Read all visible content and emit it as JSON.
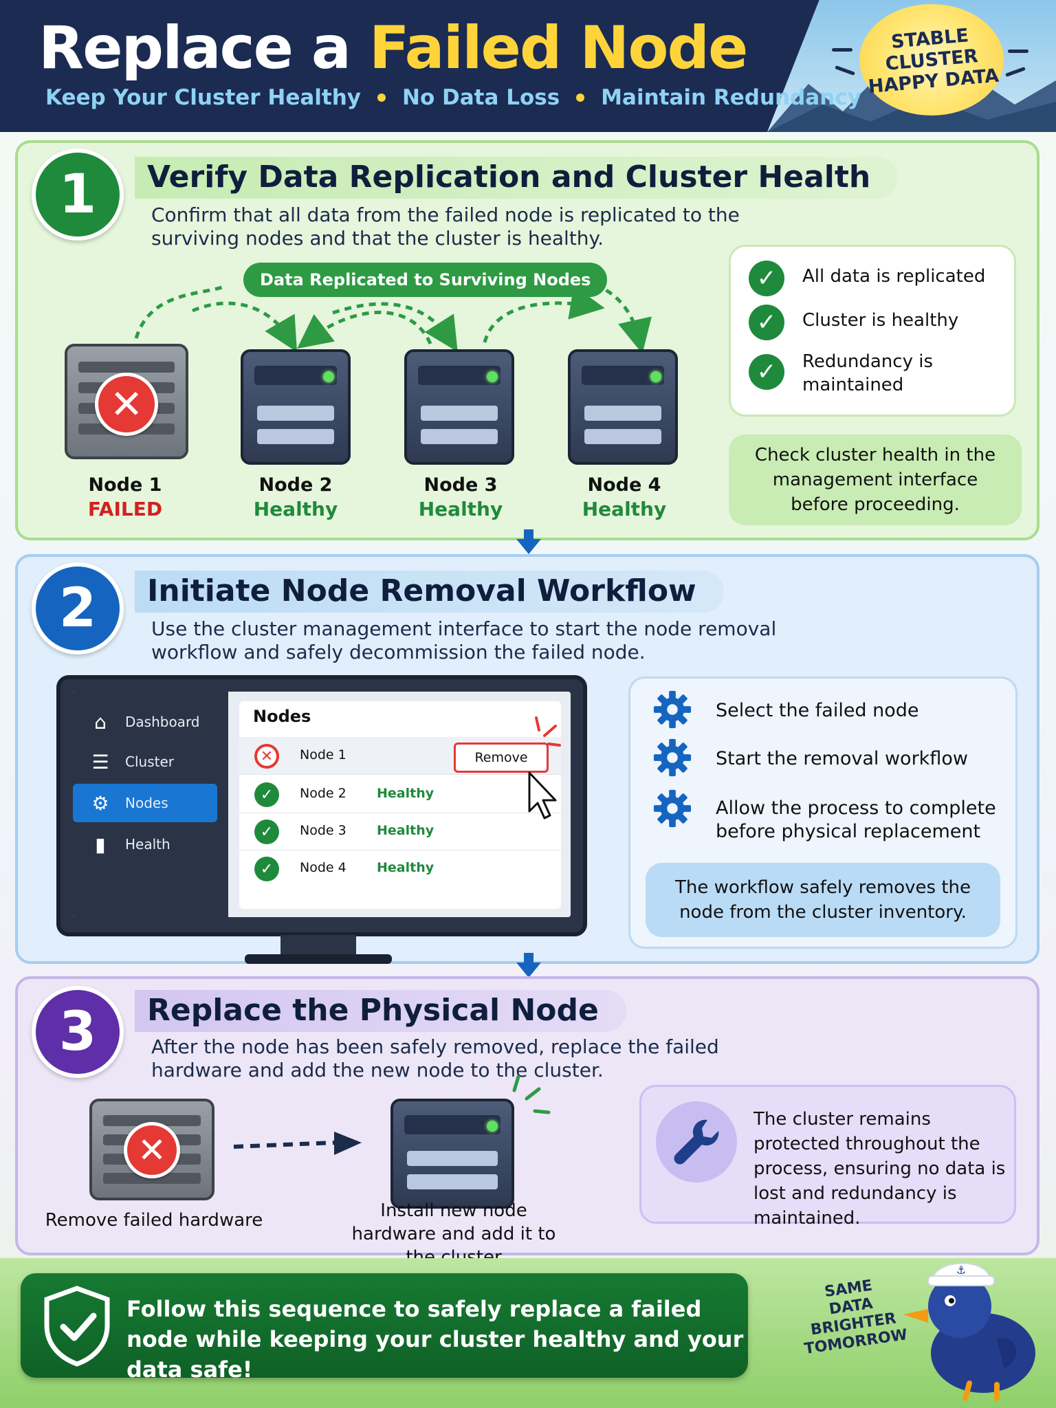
{
  "header": {
    "title_part1": "Replace a",
    "title_part2": "Failed Node",
    "subtitle_items": [
      "Keep Your Cluster Healthy",
      "No Data Loss",
      "Maintain Redundancy"
    ],
    "sun_lines": [
      "STABLE",
      "CLUSTER",
      "HAPPY DATA"
    ]
  },
  "step1": {
    "number": "1",
    "title": "Verify Data Replication and Cluster Health",
    "description": "Confirm that all data from the failed node is replicated to the surviving nodes and that the cluster is healthy.",
    "replication_label": "Data Replicated to Surviving Nodes",
    "nodes": [
      {
        "name": "Node 1",
        "status": "FAILED"
      },
      {
        "name": "Node 2",
        "status": "Healthy"
      },
      {
        "name": "Node 3",
        "status": "Healthy"
      },
      {
        "name": "Node 4",
        "status": "Healthy"
      }
    ],
    "checklist": [
      "All data is replicated",
      "Cluster is healthy",
      "Redundancy is maintained"
    ],
    "note": "Check cluster health in the management interface before proceeding."
  },
  "step2": {
    "number": "2",
    "title": "Initiate Node Removal Workflow",
    "description": "Use the cluster management interface to start the node removal workflow and safely decommission the failed node.",
    "sidebar": [
      "Dashboard",
      "Cluster",
      "Nodes",
      "Health"
    ],
    "nodes_header": "Nodes",
    "rows": [
      {
        "name": "Node 1",
        "status": ""
      },
      {
        "name": "Node 2",
        "status": "Healthy"
      },
      {
        "name": "Node 3",
        "status": "Healthy"
      },
      {
        "name": "Node 4",
        "status": "Healthy"
      }
    ],
    "remove_label": "Remove",
    "steps": [
      "Select the failed node",
      "Start the removal workflow",
      "Allow the process to complete before physical replacement"
    ],
    "note": "The workflow safely removes the node from the cluster inventory."
  },
  "step3": {
    "number": "3",
    "title": "Replace the Physical Node",
    "description": "After the node has been safely removed, replace the failed hardware and add the new node to the cluster.",
    "remove_caption": "Remove failed hardware",
    "install_caption": "Install new node hardware and add it to the cluster",
    "note": "The cluster remains protected throughout the process, ensuring no data is lost and redundancy is maintained."
  },
  "footer": {
    "banner": "Follow this sequence to safely replace a failed node while keeping your cluster healthy and your data safe!",
    "duck_lines": [
      "SAME",
      "DATA",
      "BRIGHTER",
      "TOMORROW"
    ]
  }
}
